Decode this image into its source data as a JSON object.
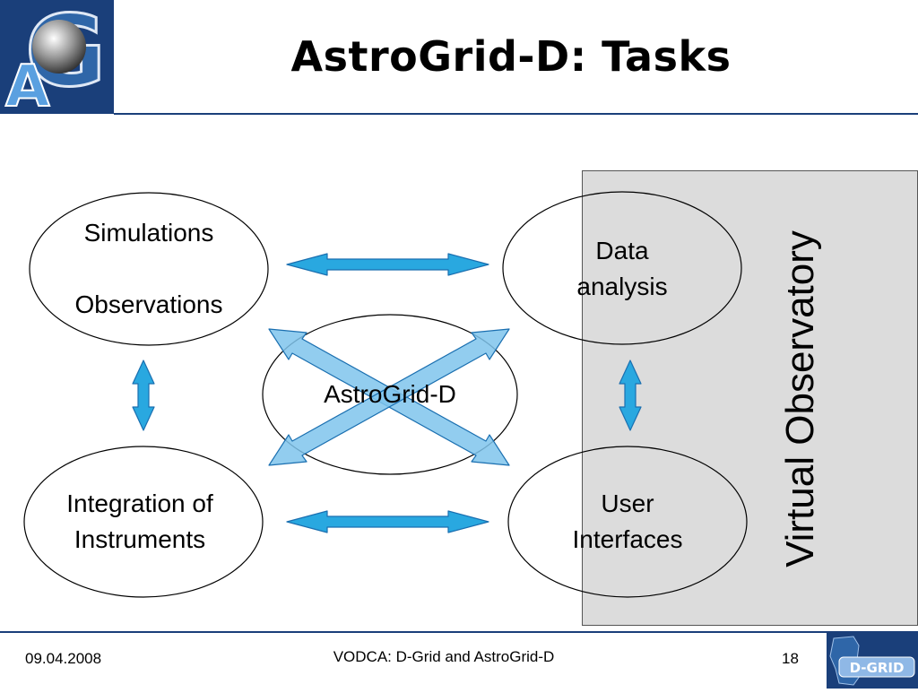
{
  "slide": {
    "title": "AstroGrid-D: Tasks",
    "logo_letters": [
      "A",
      "G"
    ],
    "panel_label": "Virtual Observatory"
  },
  "nodes": {
    "simulations": [
      "Simulations",
      "Observations"
    ],
    "data_analysis": [
      "Data",
      "analysis"
    ],
    "center": [
      "AstroGrid-D"
    ],
    "instruments": [
      "Integration of",
      "Instruments"
    ],
    "user_interfaces": [
      "User",
      "Interfaces"
    ]
  },
  "footer": {
    "date": "09.04.2008",
    "center": "VODCA: D-Grid and AstroGrid-D",
    "page": "18",
    "partner_logo_text": "D-GRID"
  },
  "colors": {
    "brand_blue": "#1a3f7a",
    "arrow_fill": "#29a8e0",
    "arrow_stroke": "#1a6fb0",
    "panel_gray": "#dcdcdc"
  }
}
